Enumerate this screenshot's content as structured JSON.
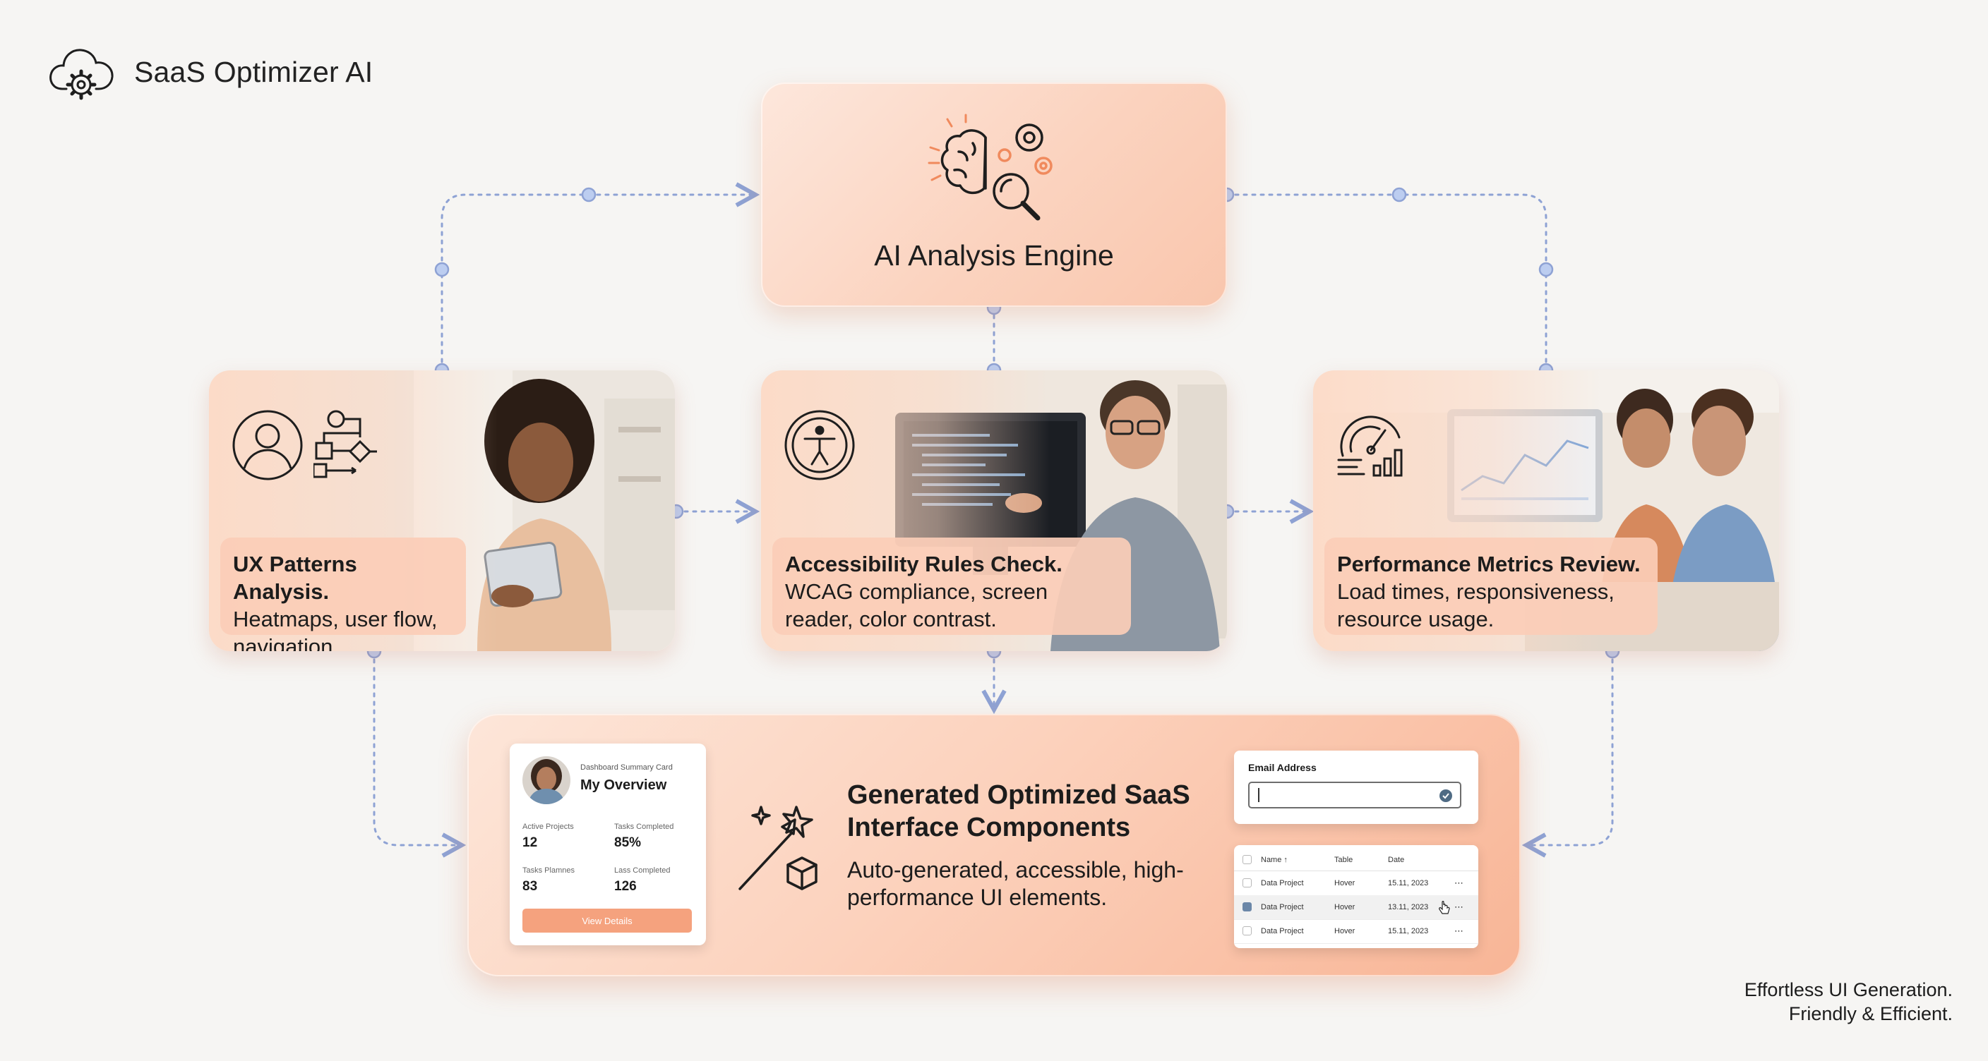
{
  "brand": {
    "name": "SaaS Optimizer AI",
    "icon": "cloud-gear-icon"
  },
  "engine": {
    "title": "AI Analysis Engine",
    "icon": "brain-gear-magnifier-icon"
  },
  "modules": [
    {
      "title": "UX Patterns Analysis.",
      "description": "Heatmaps, user flow, navigation.",
      "icons": [
        "user-icon",
        "flowchart-icon"
      ]
    },
    {
      "title": "Accessibility Rules Check.",
      "description": "WCAG compliance, screen reader, color contrast.",
      "icons": [
        "accessibility-icon"
      ]
    },
    {
      "title": "Performance Metrics Review.",
      "description": "Load times, responsiveness, resource usage.",
      "icons": [
        "speedometer-chart-icon"
      ]
    }
  ],
  "output": {
    "title": "Generated Optimized SaaS Interface Components",
    "description": "Auto-generated, accessible, high-performance UI elements.",
    "icon": "magic-wand-cube-icon",
    "summary_card": {
      "caption": "Dashboard Summary Card",
      "heading": "My Overview",
      "stats": [
        {
          "label": "Active Projects",
          "value": "12"
        },
        {
          "label": "Tasks Completed",
          "value": "85%"
        },
        {
          "label": "Tasks Plamnes",
          "value": "83"
        },
        {
          "label": "Lass Completed",
          "value": "126"
        }
      ],
      "button": "View Details"
    },
    "email_field": {
      "label": "Email Address",
      "value": ""
    },
    "table": {
      "headers": [
        "Name ↑",
        "Table",
        "Date"
      ],
      "rows": [
        {
          "name": "Data Project",
          "table": "Hover",
          "date": "15.11, 2023",
          "checked": false
        },
        {
          "name": "Data Project",
          "table": "Hover",
          "date": "13.11, 2023",
          "checked": true
        },
        {
          "name": "Data Project",
          "table": "Hover",
          "date": "15.11, 2023",
          "checked": false
        }
      ],
      "more": "⋯"
    }
  },
  "footer": {
    "line1": "Effortless UI Generation.",
    "line2": "Friendly & Efficient."
  },
  "colors": {
    "accent": "#f5a27e",
    "card_peach": "#fbd3bf",
    "connector": "#8ea2d4",
    "background": "#f6f5f3"
  }
}
